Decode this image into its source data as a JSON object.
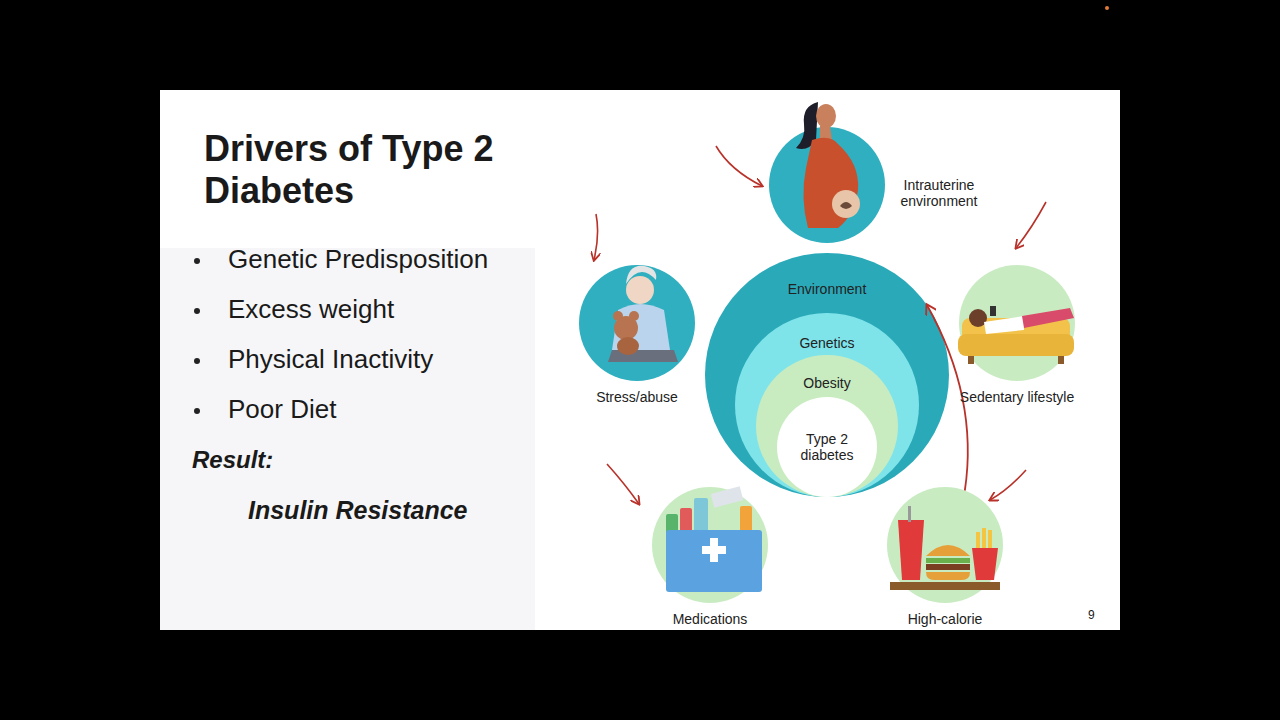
{
  "diagram": {
    "title": "Drivers of Type 2 Diabetes",
    "nodes": [
      {
        "text": [
          "Environment"
        ]
      },
      {
        "text": [
          "Genetics"
        ],
        "in": 0
      },
      {
        "text": [
          "Obesity"
        ],
        "in": 1
      },
      {
        "text": [
          "Type 2 diabetes"
        ],
        "in": 2
      },
      {
        "text": [
          "Intrauterine environment"
        ]
      },
      {
        "text": [
          "Stress/abuse"
        ]
      },
      {
        "text": [
          "Sedentary lifestyle"
        ]
      },
      {
        "text": [
          "Medications"
        ]
      },
      {
        "text": [
          "High-calorie"
        ]
      }
    ],
    "edges": [
      {
        "from": 8,
        "to": 0,
        "arrow": "to"
      }
    ],
    "labels": [
      "Genetic Predisposition",
      "Excess weight",
      "Physical Inactivity",
      "Poor Diet",
      "Result:",
      "Insulin Resistance",
      "9"
    ]
  }
}
